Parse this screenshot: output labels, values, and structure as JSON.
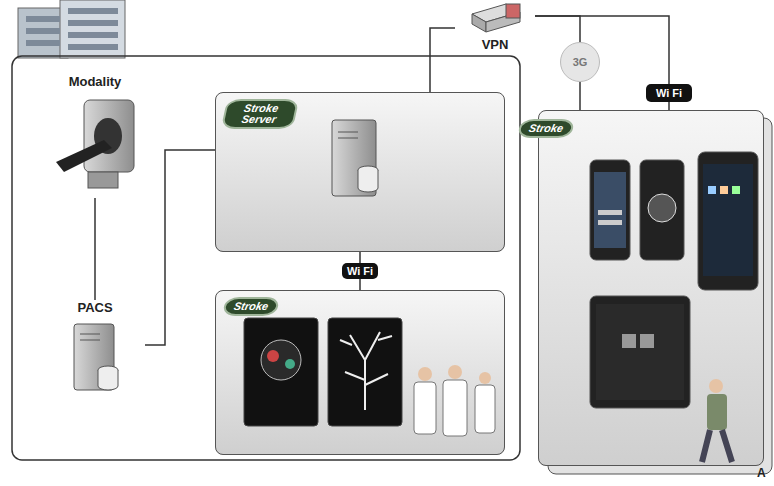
{
  "diagram": {
    "nodes": [
      {
        "text": [
          "Modality"
        ]
      },
      {
        "text": [
          "PACS"
        ]
      },
      {
        "text": [
          "Stroke Server"
        ]
      },
      {
        "text": [
          "Stroke"
        ]
      },
      {
        "text": [
          "VPN"
        ]
      },
      {
        "text": [
          "Stroke"
        ]
      },
      {
        "text": [
          "3G"
        ]
      },
      {
        "text": [
          "Wi Fi"
        ]
      }
    ],
    "edges": [
      {
        "from": 0,
        "to": 1,
        "arrow": "none"
      },
      {
        "from": 1,
        "to": 2,
        "arrow": "none"
      },
      {
        "from": 2,
        "to": 4,
        "arrow": "none"
      },
      {
        "from": 2,
        "to": 3,
        "label": "Wi Fi",
        "arrow": "none"
      },
      {
        "from": 4,
        "to": 6,
        "arrow": "none"
      },
      {
        "from": 4,
        "to": 7,
        "arrow": "none"
      },
      {
        "from": 6,
        "to": 5,
        "arrow": "none"
      },
      {
        "from": 7,
        "to": 5,
        "arrow": "none"
      }
    ],
    "labels": [
      "A"
    ]
  }
}
